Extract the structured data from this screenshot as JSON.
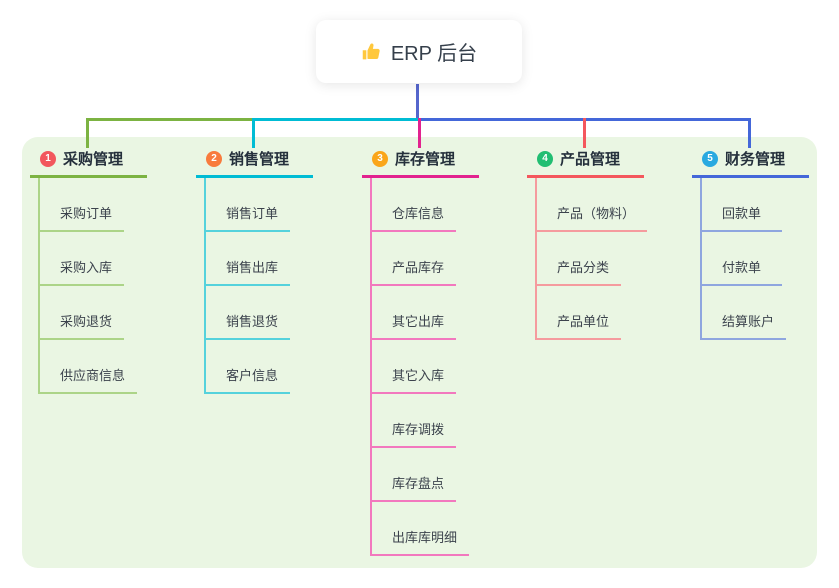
{
  "root": {
    "label": "ERP 后台",
    "icon": "thumbs-up"
  },
  "colors": {
    "panel_bg": "#EAF6E3",
    "root_line": "#5566CD",
    "card_bg": "#FFFFFF",
    "text_dark": "#25303C"
  },
  "branches": [
    {
      "num": "1",
      "label": "采购管理",
      "badge_color": "#F2575D",
      "line": "#7CB342",
      "child_line": "#ACD488",
      "children": [
        "采购订单",
        "采购入库",
        "采购退货",
        "供应商信息"
      ]
    },
    {
      "num": "2",
      "label": "销售管理",
      "badge_color": "#F87B3D",
      "line": "#00BCD4",
      "child_line": "#55D2DC",
      "children": [
        "销售订单",
        "销售出库",
        "销售退货",
        "客户信息"
      ]
    },
    {
      "num": "3",
      "label": "库存管理",
      "badge_color": "#FAA61A",
      "line": "#E2238F",
      "child_line": "#F278BE",
      "children": [
        "仓库信息",
        "产品库存",
        "其它出库",
        "其它入库",
        "库存调拨",
        "库存盘点",
        "出库库明细"
      ]
    },
    {
      "num": "4",
      "label": "产品管理",
      "badge_color": "#22BE72",
      "line": "#F4575D",
      "child_line": "#F59B9E",
      "children": [
        "产品（物料）",
        "产品分类",
        "产品单位"
      ]
    },
    {
      "num": "5",
      "label": "财务管理",
      "badge_color": "#29A9E0",
      "line": "#4467D9",
      "child_line": "#8FA6DF",
      "children": [
        "回款单",
        "付款单",
        "结算账户"
      ]
    }
  ]
}
